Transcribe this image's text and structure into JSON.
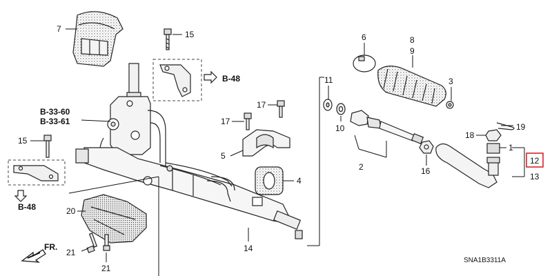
{
  "diagram": {
    "code": "SNA1B3311A",
    "direction_label": "FR.",
    "references": [
      "B-48",
      "B-33-60",
      "B-33-61",
      "B-48"
    ],
    "highlighted_part": "12",
    "callouts": [
      {
        "id": "c7",
        "label": "7"
      },
      {
        "id": "c15a",
        "label": "15"
      },
      {
        "id": "c15b",
        "label": "15"
      },
      {
        "id": "c6",
        "label": "6"
      },
      {
        "id": "c8",
        "label": "8"
      },
      {
        "id": "c9",
        "label": "9"
      },
      {
        "id": "c3",
        "label": "3"
      },
      {
        "id": "c11",
        "label": "11"
      },
      {
        "id": "c10",
        "label": "10"
      },
      {
        "id": "c17a",
        "label": "17"
      },
      {
        "id": "c17b",
        "label": "17"
      },
      {
        "id": "c5",
        "label": "5"
      },
      {
        "id": "c4",
        "label": "4"
      },
      {
        "id": "c2",
        "label": "2"
      },
      {
        "id": "c16",
        "label": "16"
      },
      {
        "id": "c18",
        "label": "18"
      },
      {
        "id": "c19",
        "label": "19"
      },
      {
        "id": "c1",
        "label": "1"
      },
      {
        "id": "c12",
        "label": "12"
      },
      {
        "id": "c13",
        "label": "13"
      },
      {
        "id": "c14",
        "label": "14"
      },
      {
        "id": "c20",
        "label": "20"
      },
      {
        "id": "c21a",
        "label": "21"
      },
      {
        "id": "c21b",
        "label": "21"
      }
    ]
  }
}
